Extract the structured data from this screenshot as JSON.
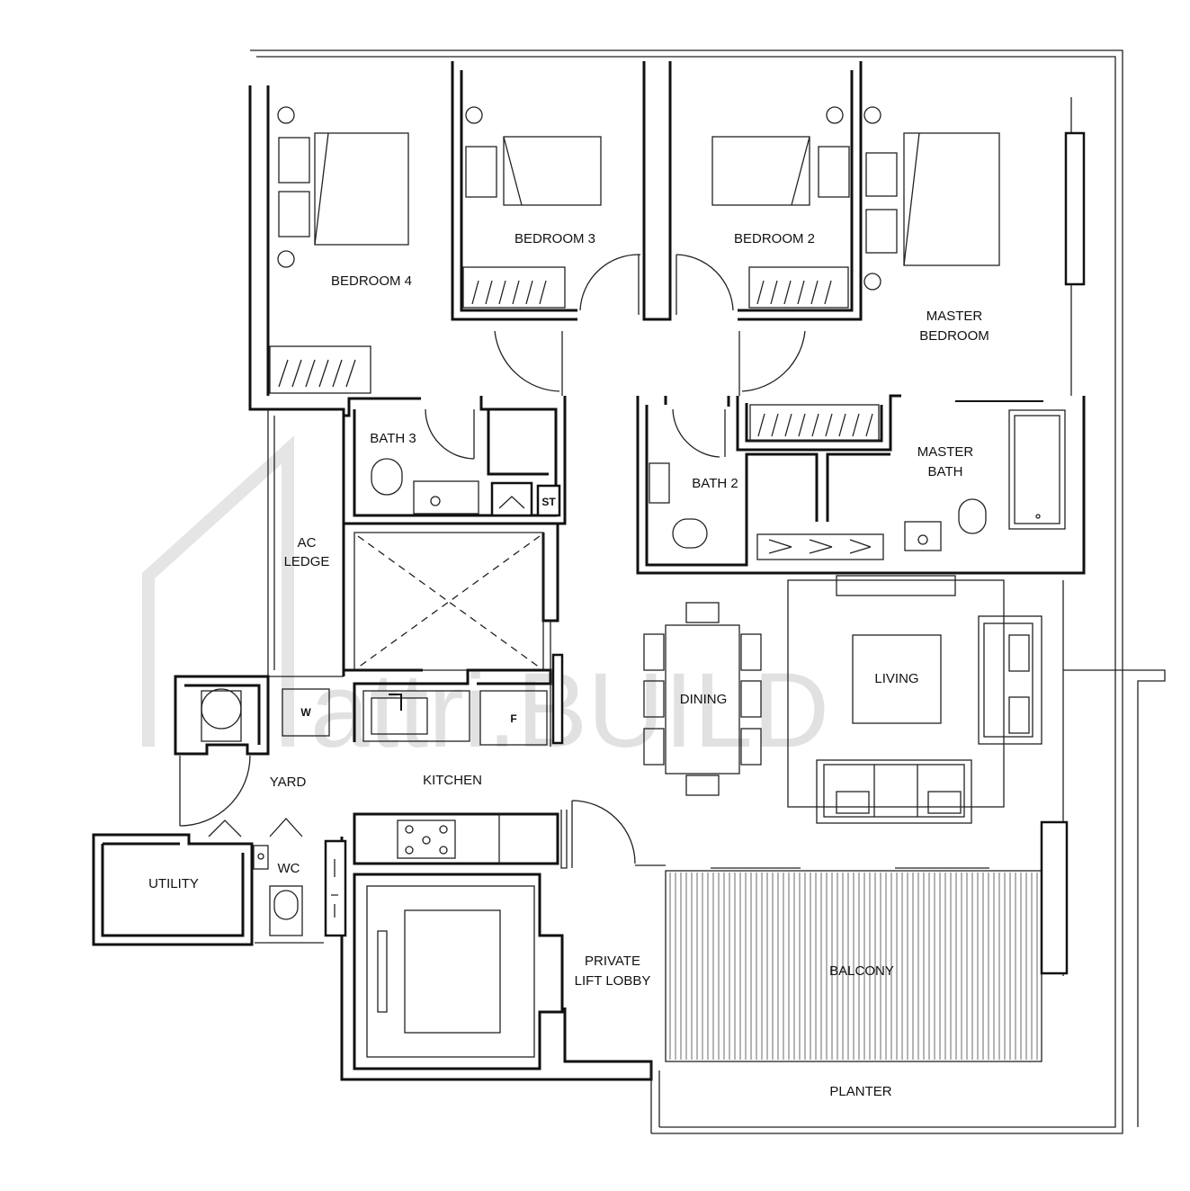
{
  "plan": {
    "rooms": {
      "bedroom4": "BEDROOM 4",
      "bedroom3": "BEDROOM 3",
      "bedroom2": "BEDROOM 2",
      "master_bedroom_1": "MASTER",
      "master_bedroom_2": "BEDROOM",
      "bath3": "BATH 3",
      "bath2": "BATH 2",
      "master_bath_1": "MASTER",
      "master_bath_2": "BATH",
      "ac_ledge_1": "AC",
      "ac_ledge_2": "LEDGE",
      "dining": "DINING",
      "living": "LIVING",
      "yard": "YARD",
      "kitchen": "KITCHEN",
      "utility": "UTILITY",
      "wc": "WC",
      "private_lift_lobby_1": "PRIVATE",
      "private_lift_lobby_2": "LIFT LOBBY",
      "balcony": "BALCONY",
      "planter": "PLANTER"
    },
    "fixtures": {
      "storage": "ST",
      "washer": "W",
      "fridge": "F"
    },
    "watermark": "attri.BUILD"
  }
}
